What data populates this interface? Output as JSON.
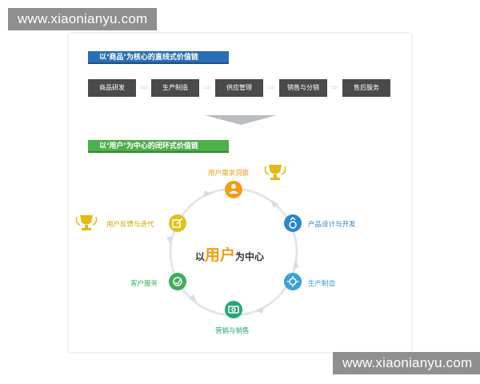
{
  "watermark": {
    "top": "www.xiaonianyu.com",
    "bottom": "www.xiaonianyu.com"
  },
  "linear": {
    "title": "以‘商品’为核心的直线式价值链",
    "steps": [
      "商品研发",
      "生产制造",
      "供应管理",
      "销售与分销",
      "售后服务"
    ],
    "arrow_glyph": "⇨"
  },
  "cycle": {
    "title": "以‘用户’为中心的闭环式价值链",
    "center": {
      "prefix": "以",
      "highlight": "用户",
      "suffix": "为中心"
    },
    "nodes": [
      {
        "label": "用户需求洞察",
        "color": "#f39c12",
        "icon": "user-icon"
      },
      {
        "label": "产品设计与开发",
        "color": "#2e86c9",
        "icon": "diamond-ring-icon"
      },
      {
        "label": "生产制造",
        "color": "#3aa0d8",
        "icon": "gear-icon"
      },
      {
        "label": "营销与销售",
        "color": "#2aa47a",
        "icon": "money-icon"
      },
      {
        "label": "客户服务",
        "color": "#3fae5a",
        "icon": "service-icon"
      },
      {
        "label": "用户反馈与迭代",
        "color": "#e0c21a",
        "icon": "edit-icon"
      }
    ]
  },
  "colors": {
    "linear_banner": "#2a6fb5",
    "cycle_banner": "#4db04a",
    "step_bg": "#4a4a4a",
    "trophy": "#e2b81a"
  }
}
